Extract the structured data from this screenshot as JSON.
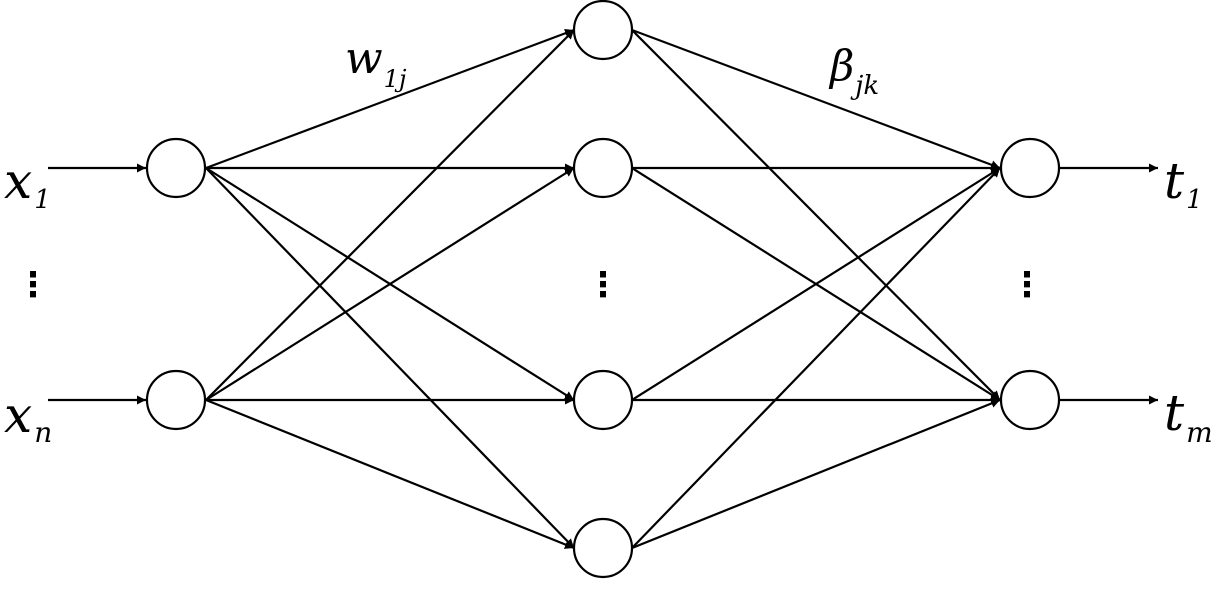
{
  "diagram": {
    "inputs": [
      {
        "base": "x",
        "sub": "1"
      },
      {
        "base": "x",
        "sub": "n"
      }
    ],
    "outputs": [
      {
        "base": "t",
        "sub": "1"
      },
      {
        "base": "t",
        "sub": "m"
      }
    ],
    "weights": {
      "input_hidden": {
        "base": "w",
        "sub": "1j"
      },
      "hidden_output": {
        "base": "β",
        "sub": "jk"
      }
    },
    "ellipsis": "⋮",
    "colors": {
      "stroke": "#000000",
      "background": "#ffffff"
    }
  }
}
